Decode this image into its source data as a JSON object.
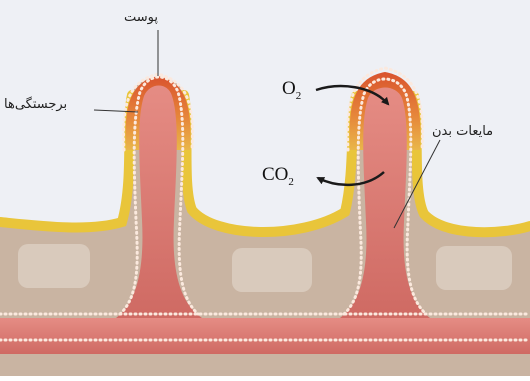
{
  "labels": {
    "skin": "پوست",
    "projections": "برجستگی‌ها",
    "body_fluids": "مایعات بدن",
    "oxygen": "O",
    "oxygen_sub": "2",
    "co2": "CO",
    "co2_sub": "2"
  },
  "colors": {
    "background": "#eef0f5",
    "tissue": "#c9b4a2",
    "fluid_vessel": "#d9776f",
    "surface_layer": "#e7a65a",
    "yellow_rim": "#e9c53a",
    "cell_dots": "#fbe9de"
  }
}
